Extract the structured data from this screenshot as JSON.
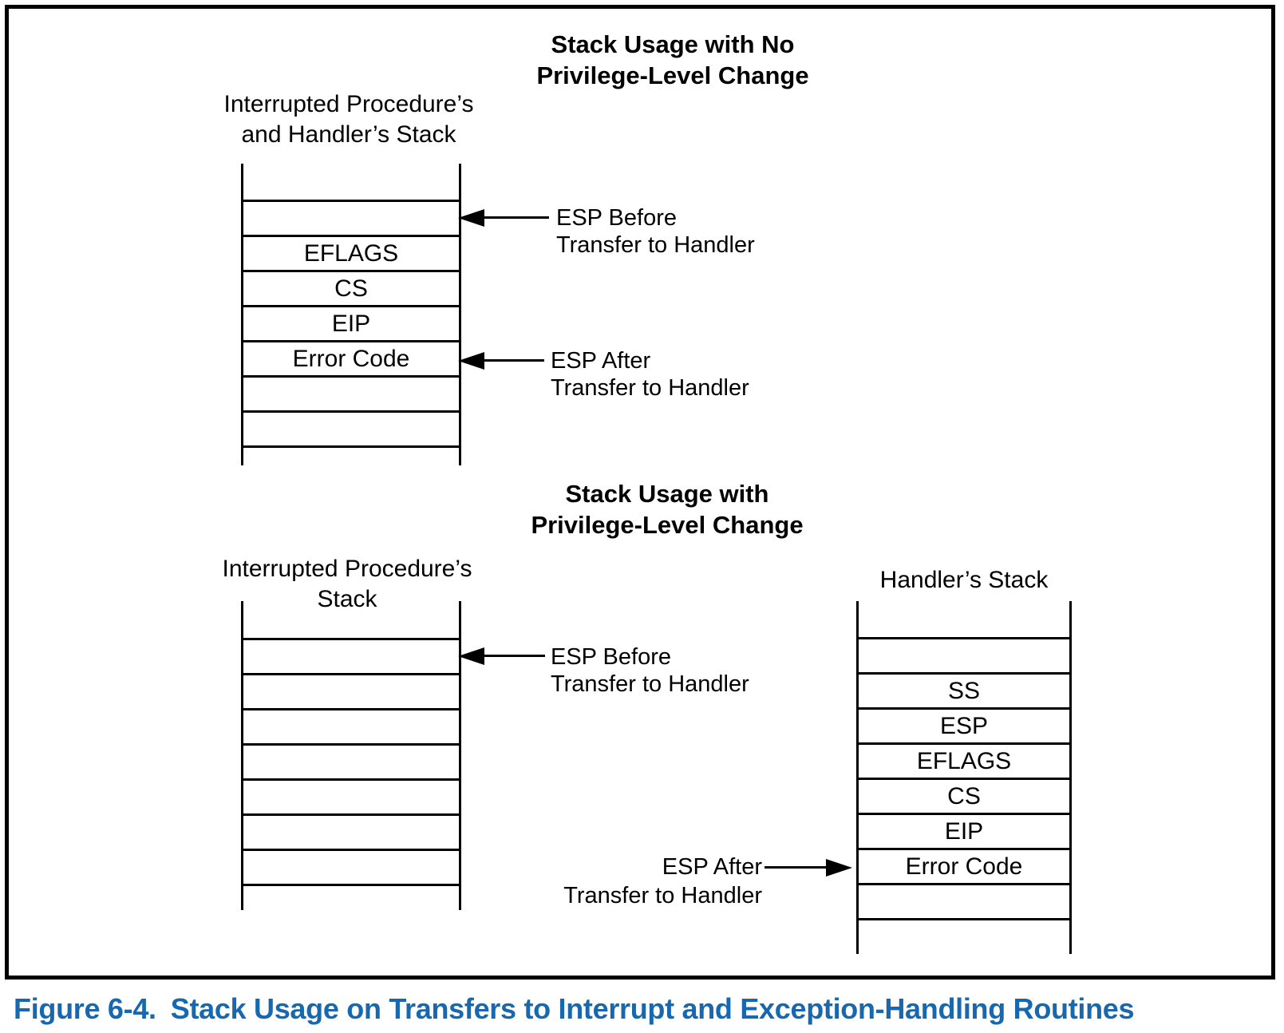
{
  "figure": {
    "caption": {
      "label": "Figure 6-4.",
      "title": "Stack Usage on Transfers to Interrupt and Exception-Handling Routines",
      "color": "#1768ae"
    },
    "diagram_no_change": {
      "title_line1": "Stack Usage with No",
      "title_line2": "Privilege-Level Change",
      "stack_label_line1": "Interrupted Procedure’s",
      "stack_label_line2": "and Handler’s Stack",
      "stack_cells": [
        "",
        "EFLAGS",
        "CS",
        "EIP",
        "Error Code",
        "",
        ""
      ],
      "esp_before_line1": "ESP Before",
      "esp_before_line2": "Transfer to Handler",
      "esp_after_line1": "ESP After",
      "esp_after_line2": "Transfer to Handler"
    },
    "diagram_change": {
      "title_line1": "Stack Usage with",
      "title_line2": "Privilege-Level Change",
      "left_stack_label_line1": "Interrupted Procedure’s",
      "left_stack_label_line2": "Stack",
      "left_stack_cells": [
        "",
        "",
        "",
        "",
        "",
        "",
        ""
      ],
      "right_stack_label": "Handler’s Stack",
      "right_stack_cells": [
        "",
        "SS",
        "ESP",
        "EFLAGS",
        "CS",
        "EIP",
        "Error Code",
        ""
      ],
      "esp_before_line1": "ESP Before",
      "esp_before_line2": "Transfer to Handler",
      "esp_after_line1": "ESP After",
      "esp_after_line2": "Transfer to Handler"
    }
  }
}
